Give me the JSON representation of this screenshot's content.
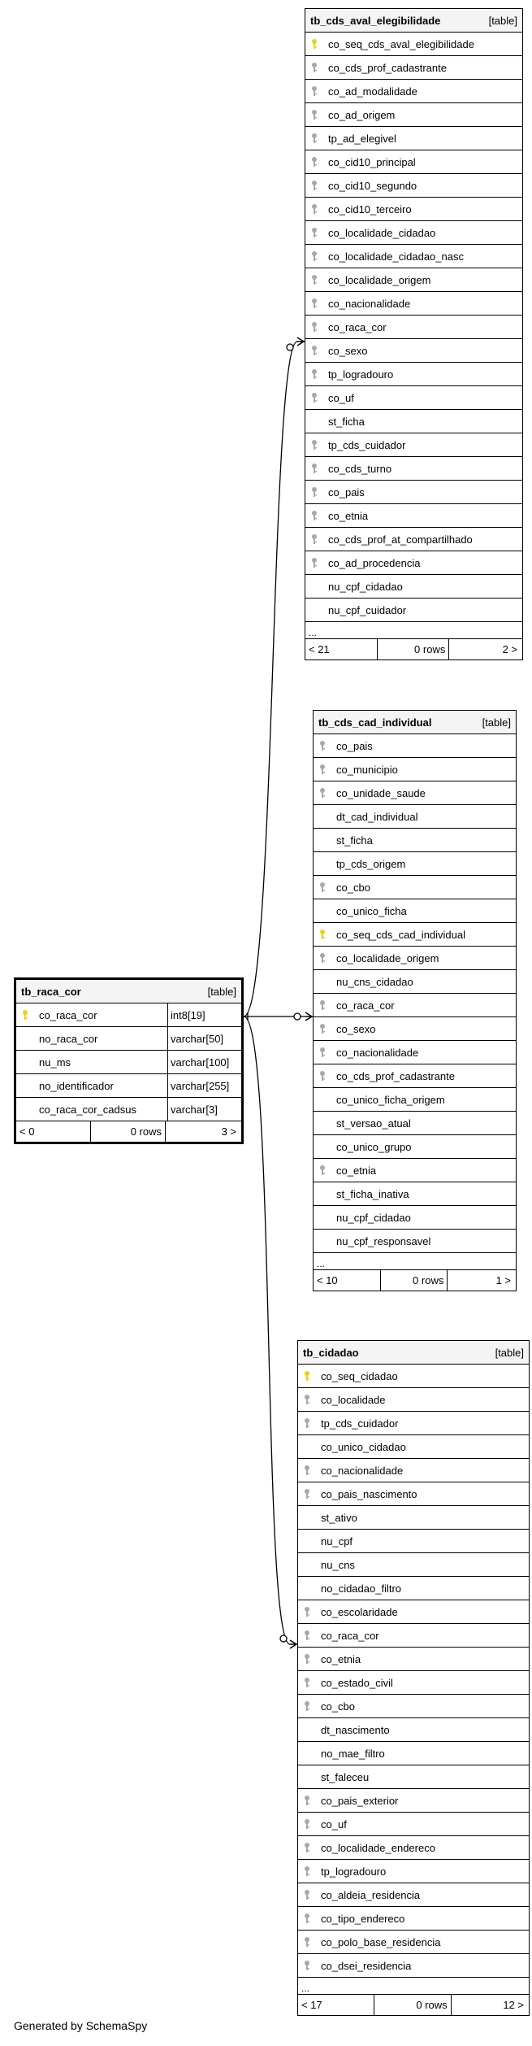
{
  "tables": [
    {
      "id": "aval",
      "name": "tb_cds_aval_elegibilidade",
      "type_label": "[table]",
      "columns": [
        {
          "name": "co_seq_cds_aval_elegibilidade",
          "icon": "primary-key-icon"
        },
        {
          "name": "co_cds_prof_cadastrante",
          "icon": "foreign-key-icon"
        },
        {
          "name": "co_ad_modalidade",
          "icon": "foreign-key-icon"
        },
        {
          "name": "co_ad_origem",
          "icon": "foreign-key-icon"
        },
        {
          "name": "tp_ad_elegivel",
          "icon": "foreign-key-icon"
        },
        {
          "name": "co_cid10_principal",
          "icon": "foreign-key-icon"
        },
        {
          "name": "co_cid10_segundo",
          "icon": "foreign-key-icon"
        },
        {
          "name": "co_cid10_terceiro",
          "icon": "foreign-key-icon"
        },
        {
          "name": "co_localidade_cidadao",
          "icon": "foreign-key-icon"
        },
        {
          "name": "co_localidade_cidadao_nasc",
          "icon": "foreign-key-icon"
        },
        {
          "name": "co_localidade_origem",
          "icon": "foreign-key-icon"
        },
        {
          "name": "co_nacionalidade",
          "icon": "foreign-key-icon"
        },
        {
          "name": "co_raca_cor",
          "icon": "foreign-key-icon"
        },
        {
          "name": "co_sexo",
          "icon": "foreign-key-icon"
        },
        {
          "name": "tp_logradouro",
          "icon": "foreign-key-icon"
        },
        {
          "name": "co_uf",
          "icon": "foreign-key-icon"
        },
        {
          "name": "st_ficha",
          "icon": ""
        },
        {
          "name": "tp_cds_cuidador",
          "icon": "foreign-key-icon"
        },
        {
          "name": "co_cds_turno",
          "icon": "foreign-key-icon"
        },
        {
          "name": "co_pais",
          "icon": "foreign-key-icon"
        },
        {
          "name": "co_etnia",
          "icon": "foreign-key-icon"
        },
        {
          "name": "co_cds_prof_at_compartilhado",
          "icon": "foreign-key-icon"
        },
        {
          "name": "co_ad_procedencia",
          "icon": "foreign-key-icon"
        },
        {
          "name": "nu_cpf_cidadao",
          "icon": ""
        },
        {
          "name": "nu_cpf_cuidador",
          "icon": ""
        }
      ],
      "ellipsis": "...",
      "footer": [
        "< 21",
        "0 rows",
        "2 >"
      ]
    },
    {
      "id": "ind",
      "name": "tb_cds_cad_individual",
      "type_label": "[table]",
      "columns": [
        {
          "name": "co_pais",
          "icon": "foreign-key-icon"
        },
        {
          "name": "co_municipio",
          "icon": "foreign-key-icon"
        },
        {
          "name": "co_unidade_saude",
          "icon": "foreign-key-icon"
        },
        {
          "name": "dt_cad_individual",
          "icon": ""
        },
        {
          "name": "st_ficha",
          "icon": ""
        },
        {
          "name": "tp_cds_origem",
          "icon": ""
        },
        {
          "name": "co_cbo",
          "icon": "foreign-key-icon"
        },
        {
          "name": "co_unico_ficha",
          "icon": ""
        },
        {
          "name": "co_seq_cds_cad_individual",
          "icon": "primary-key-icon"
        },
        {
          "name": "co_localidade_origem",
          "icon": "foreign-key-icon"
        },
        {
          "name": "nu_cns_cidadao",
          "icon": ""
        },
        {
          "name": "co_raca_cor",
          "icon": "foreign-key-icon"
        },
        {
          "name": "co_sexo",
          "icon": "foreign-key-icon"
        },
        {
          "name": "co_nacionalidade",
          "icon": "foreign-key-icon"
        },
        {
          "name": "co_cds_prof_cadastrante",
          "icon": "foreign-key-icon"
        },
        {
          "name": "co_unico_ficha_origem",
          "icon": ""
        },
        {
          "name": "st_versao_atual",
          "icon": ""
        },
        {
          "name": "co_unico_grupo",
          "icon": ""
        },
        {
          "name": "co_etnia",
          "icon": "foreign-key-icon"
        },
        {
          "name": "st_ficha_inativa",
          "icon": ""
        },
        {
          "name": "nu_cpf_cidadao",
          "icon": ""
        },
        {
          "name": "nu_cpf_responsavel",
          "icon": ""
        }
      ],
      "ellipsis": "...",
      "footer": [
        "< 10",
        "0 rows",
        "1 >"
      ]
    },
    {
      "id": "cid",
      "name": "tb_cidadao",
      "type_label": "[table]",
      "columns": [
        {
          "name": "co_seq_cidadao",
          "icon": "primary-key-icon"
        },
        {
          "name": "co_localidade",
          "icon": "foreign-key-icon"
        },
        {
          "name": "tp_cds_cuidador",
          "icon": "foreign-key-icon"
        },
        {
          "name": "co_unico_cidadao",
          "icon": ""
        },
        {
          "name": "co_nacionalidade",
          "icon": "foreign-key-icon"
        },
        {
          "name": "co_pais_nascimento",
          "icon": "foreign-key-icon"
        },
        {
          "name": "st_ativo",
          "icon": ""
        },
        {
          "name": "nu_cpf",
          "icon": ""
        },
        {
          "name": "nu_cns",
          "icon": ""
        },
        {
          "name": "no_cidadao_filtro",
          "icon": ""
        },
        {
          "name": "co_escolaridade",
          "icon": "foreign-key-icon"
        },
        {
          "name": "co_raca_cor",
          "icon": "foreign-key-icon"
        },
        {
          "name": "co_etnia",
          "icon": "foreign-key-icon"
        },
        {
          "name": "co_estado_civil",
          "icon": "foreign-key-icon"
        },
        {
          "name": "co_cbo",
          "icon": "foreign-key-icon"
        },
        {
          "name": "dt_nascimento",
          "icon": ""
        },
        {
          "name": "no_mae_filtro",
          "icon": ""
        },
        {
          "name": "st_faleceu",
          "icon": ""
        },
        {
          "name": "co_pais_exterior",
          "icon": "foreign-key-icon"
        },
        {
          "name": "co_uf",
          "icon": "foreign-key-icon"
        },
        {
          "name": "co_localidade_endereco",
          "icon": "foreign-key-icon"
        },
        {
          "name": "tp_logradouro",
          "icon": "foreign-key-icon"
        },
        {
          "name": "co_aldeia_residencia",
          "icon": "foreign-key-icon"
        },
        {
          "name": "co_tipo_endereco",
          "icon": "foreign-key-icon"
        },
        {
          "name": "co_polo_base_residencia",
          "icon": "foreign-key-icon"
        },
        {
          "name": "co_dsei_residencia",
          "icon": "foreign-key-icon"
        }
      ],
      "ellipsis": "...",
      "footer": [
        "< 17",
        "0 rows",
        "12 >"
      ]
    },
    {
      "id": "raca",
      "name": "tb_raca_cor",
      "type_label": "[table]",
      "columns": [
        {
          "name": "co_raca_cor",
          "icon": "primary-key-icon",
          "type": "int8[19]"
        },
        {
          "name": "no_raca_cor",
          "icon": "",
          "type": "varchar[50]"
        },
        {
          "name": "nu_ms",
          "icon": "",
          "type": "varchar[100]"
        },
        {
          "name": "no_identificador",
          "icon": "",
          "type": "varchar[255]"
        },
        {
          "name": "co_raca_cor_cadsus",
          "icon": "",
          "type": "varchar[3]"
        }
      ],
      "ellipsis": "",
      "footer": [
        "< 0",
        "0 rows",
        "3 >"
      ]
    }
  ],
  "colors": {
    "primary_key": "#e8d21a",
    "foreign_key": "#a8a8a8",
    "line": "#000000"
  },
  "generator_text": "Generated by SchemaSpy"
}
